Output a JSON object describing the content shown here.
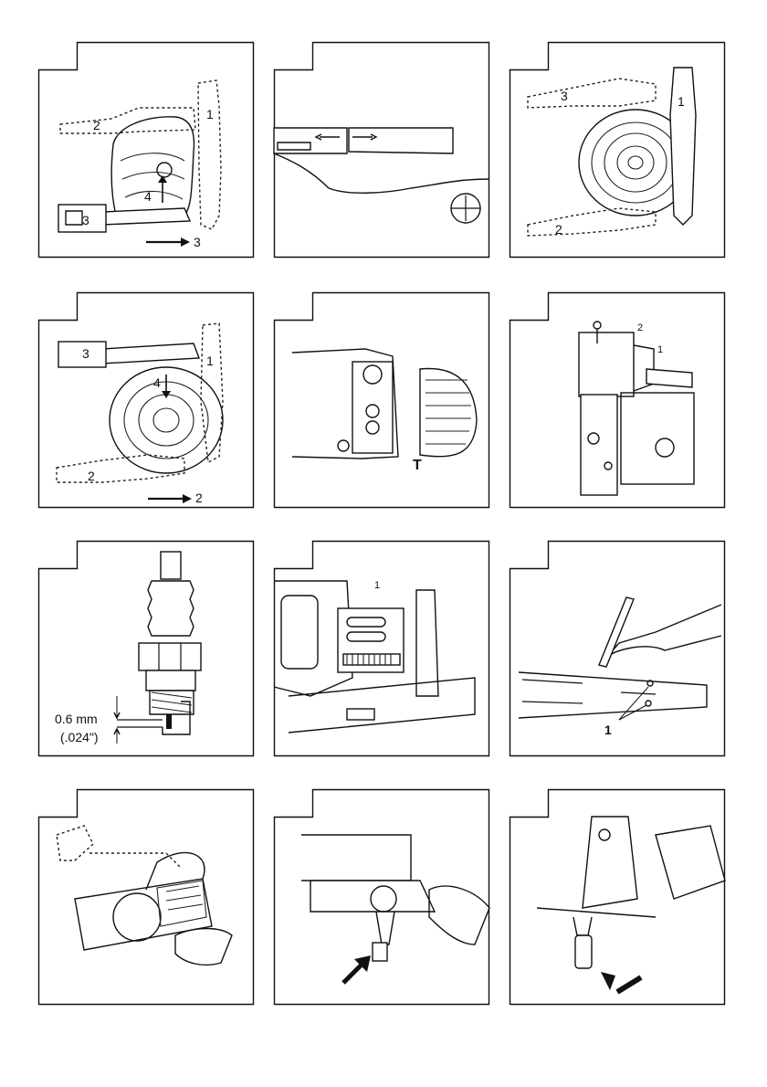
{
  "page": {
    "background": "#ffffff",
    "ink": "#111111"
  },
  "figures": [
    {
      "id": "felling-direction",
      "labels": [
        "1",
        "2",
        "3",
        "4",
        "3"
      ]
    },
    {
      "id": "bar-pinch",
      "labels": []
    },
    {
      "id": "limbing-side",
      "labels": [
        "3",
        "1",
        "2"
      ]
    },
    {
      "id": "bucking-log",
      "labels": [
        "3",
        "4",
        "1",
        "2",
        "2"
      ]
    },
    {
      "id": "carburetor-screw",
      "labels": [
        "T"
      ]
    },
    {
      "id": "air-filter-cover",
      "labels": [
        "2",
        "1"
      ]
    },
    {
      "id": "spark-plug",
      "labels": [
        "0.6 mm",
        "(.024\")"
      ]
    },
    {
      "id": "chain-oil-adjust",
      "labels": [
        "1"
      ]
    },
    {
      "id": "guide-bar-holes",
      "labels": [
        "1"
      ]
    },
    {
      "id": "air-filter-clean",
      "labels": []
    },
    {
      "id": "fuel-filter",
      "labels": []
    },
    {
      "id": "oil-filter",
      "labels": []
    }
  ]
}
